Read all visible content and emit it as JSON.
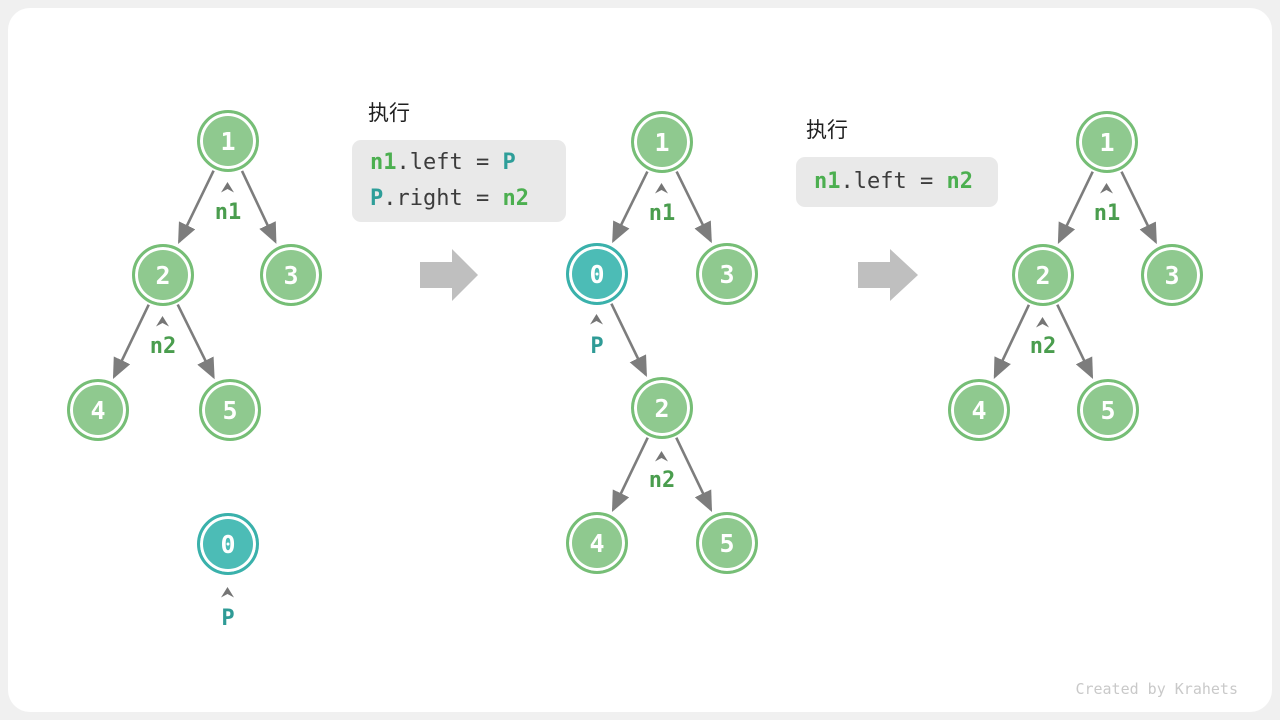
{
  "watermark": "Created by Krahets",
  "colors": {
    "node_green_fill": "#8FC98F",
    "node_green_stroke": "#76BE76",
    "node_teal_fill": "#4CBCB6",
    "node_teal_stroke": "#3AB1AB",
    "pointer_label_green": "#4A9D4E",
    "pointer_label_teal": "#2F9B96",
    "code_green": "#4CAF50",
    "code_teal": "#2E9E99",
    "edge_gray": "#7d7d7d",
    "block_arrow_gray": "#bfbfbf",
    "code_box_bg": "#e9e9e9"
  },
  "step1": {
    "exec_label": "执行",
    "code": {
      "line1": {
        "var1": "n1",
        "mid": ".left = ",
        "var2": "P"
      },
      "line2": {
        "var1": "P",
        "mid": ".right = ",
        "var2": "n2"
      }
    }
  },
  "step2": {
    "exec_label": "执行",
    "code": {
      "line1": {
        "var1": "n1",
        "mid": ".left = ",
        "var2": "n2"
      }
    }
  },
  "tree1": {
    "node1": "1",
    "node2": "2",
    "node3": "3",
    "node4": "4",
    "node5": "5",
    "nodeP": "0",
    "label_n1": "n1",
    "label_n2": "n2",
    "label_p": "P"
  },
  "tree2": {
    "node1": "1",
    "nodeP": "0",
    "node3": "3",
    "node2": "2",
    "node4": "4",
    "node5": "5",
    "label_n1": "n1",
    "label_p": "P",
    "label_n2": "n2"
  },
  "tree3": {
    "node1": "1",
    "node2": "2",
    "node3": "3",
    "node4": "4",
    "node5": "5",
    "label_n1": "n1",
    "label_n2": "n2"
  }
}
